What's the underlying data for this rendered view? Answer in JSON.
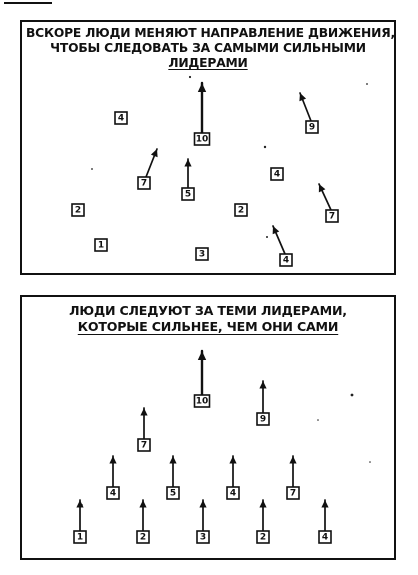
{
  "panels": [
    {
      "id": "top",
      "caption": [
        "ВСКОРЕ ЛЮДИ МЕНЯЮТ НАПРАВЛЕНИЕ ДВИЖЕНИЯ,",
        "ЧТОБЫ СЛЕДОВАТЬ ЗА САМЫМИ СИЛЬНЫМИ",
        "ЛИДЕРАМИ"
      ],
      "people": [
        {
          "strength": "4",
          "arrow": false
        },
        {
          "strength": "10",
          "arrow": true,
          "direction": "up"
        },
        {
          "strength": "9",
          "arrow": true,
          "direction": "up-left"
        },
        {
          "strength": "7",
          "arrow": true,
          "direction": "up-right"
        },
        {
          "strength": "5",
          "arrow": true,
          "direction": "up"
        },
        {
          "strength": "4",
          "arrow": false
        },
        {
          "strength": "2",
          "arrow": false
        },
        {
          "strength": "2",
          "arrow": false
        },
        {
          "strength": "7",
          "arrow": true,
          "direction": "up-left"
        },
        {
          "strength": "1",
          "arrow": false
        },
        {
          "strength": "3",
          "arrow": false
        },
        {
          "strength": "4",
          "arrow": true,
          "direction": "up-left"
        }
      ]
    },
    {
      "id": "bottom",
      "caption": [
        "ЛЮДИ СЛЕДУЮТ ЗА ТЕМИ ЛИДЕРАМИ,",
        "КОТОРЫЕ СИЛЬНЕЕ, ЧЕМ ОНИ САМИ"
      ],
      "people": [
        {
          "strength": "10",
          "arrow": true,
          "direction": "up"
        },
        {
          "strength": "7",
          "arrow": true,
          "direction": "up"
        },
        {
          "strength": "9",
          "arrow": true,
          "direction": "up"
        },
        {
          "strength": "4",
          "arrow": true,
          "direction": "up"
        },
        {
          "strength": "5",
          "arrow": true,
          "direction": "up"
        },
        {
          "strength": "4",
          "arrow": true,
          "direction": "up"
        },
        {
          "strength": "7",
          "arrow": true,
          "direction": "up"
        },
        {
          "strength": "1",
          "arrow": true,
          "direction": "up"
        },
        {
          "strength": "2",
          "arrow": true,
          "direction": "up"
        },
        {
          "strength": "3",
          "arrow": true,
          "direction": "up"
        },
        {
          "strength": "2",
          "arrow": true,
          "direction": "up"
        },
        {
          "strength": "4",
          "arrow": true,
          "direction": "up"
        }
      ]
    }
  ]
}
